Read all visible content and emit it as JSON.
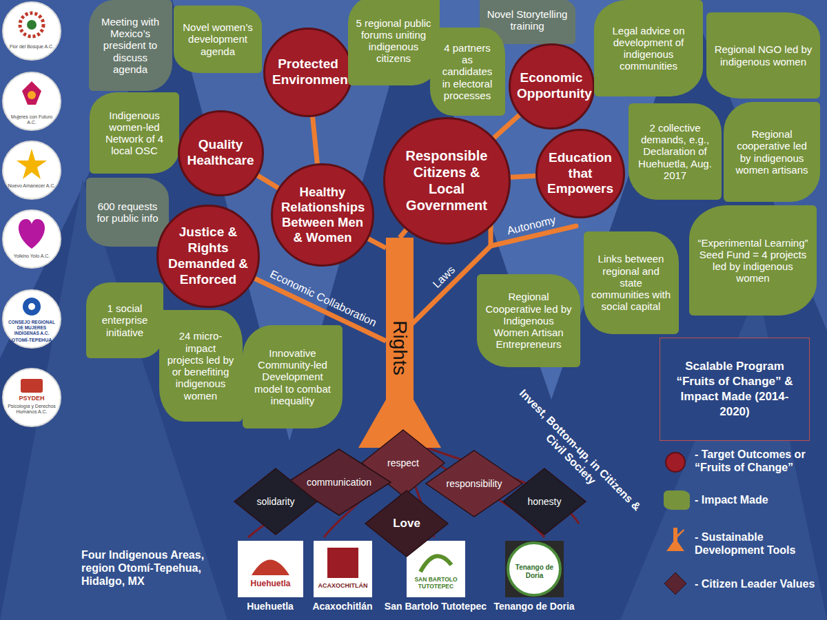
{
  "diagram": {
    "nodes": [
      {
        "text": [
          "Meeting with Mexico’s president to discuss agenda"
        ]
      },
      {
        "text": [
          "Novel women’s development agenda"
        ]
      },
      {
        "text": [
          "Protected Environment"
        ]
      },
      {
        "text": [
          "5 regional public forums uniting indigenous citizens"
        ]
      },
      {
        "text": [
          "Novel Storytelling training"
        ]
      },
      {
        "text": [
          "4 partners as candidates in electoral processes"
        ]
      },
      {
        "text": [
          "Economic Opportunity"
        ]
      },
      {
        "text": [
          "Legal advice on development of indigenous communities"
        ]
      },
      {
        "text": [
          "Regional NGO led by indigenous women"
        ]
      },
      {
        "text": [
          "Indigenous women-led Network of 4 local OSC"
        ]
      },
      {
        "text": [
          "Quality Healthcare"
        ]
      },
      {
        "text": [
          "Healthy Relationships Between Men & Women"
        ]
      },
      {
        "text": [
          "Responsible Citizens & Local Government"
        ]
      },
      {
        "text": [
          "Education that Empowers"
        ]
      },
      {
        "text": [
          "2 collective demands, e.g., Declaration of Huehuetla, Aug. 2017"
        ]
      },
      {
        "text": [
          "Regional cooperative led by indigenous women artisans"
        ]
      },
      {
        "text": [
          "600 requests for public info"
        ]
      },
      {
        "text": [
          "Justice & Rights Demanded & Enforced"
        ]
      },
      {
        "text": [
          "“Experimental Learning” Seed Fund = 4 projects led by indigenous women"
        ]
      },
      {
        "text": [
          "Links between regional and state communities with social capital"
        ]
      },
      {
        "text": [
          "1 social enterprise initiative"
        ]
      },
      {
        "text": [
          "24 micro-impact projects led by or benefiting indigenous women"
        ]
      },
      {
        "text": [
          "Innovative Community-led Development model to combat inequality"
        ]
      },
      {
        "text": [
          "Regional Cooperative led by Indigenous Women Artisan Entrepreneurs"
        ]
      },
      {
        "text": [
          "Rights"
        ]
      },
      {
        "text": [
          "respect"
        ]
      },
      {
        "text": [
          "communication"
        ]
      },
      {
        "text": [
          "responsibility"
        ]
      },
      {
        "text": [
          "solidarity"
        ]
      },
      {
        "text": [
          "honesty"
        ]
      },
      {
        "text": [
          "Love"
        ]
      },
      {
        "text": [
          "Scalable Program “Fruits of Change” & Impact Made (2014-2020)"
        ]
      }
    ],
    "edges": [
      {
        "from": 24,
        "to": 12,
        "arrow": "none"
      },
      {
        "from": 24,
        "to": 11,
        "arrow": "none"
      },
      {
        "from": 11,
        "to": 2,
        "arrow": "none"
      },
      {
        "from": 11,
        "to": 10,
        "arrow": "none"
      },
      {
        "from": 24,
        "to": 17,
        "arrow": "none"
      },
      {
        "from": 12,
        "to": 6,
        "arrow": "none"
      },
      {
        "from": 12,
        "to": 13,
        "arrow": "none"
      }
    ],
    "labels": [
      "Flor del Bosque A.C.",
      "Mujeres con Futuro A.C.",
      "Nuevo Amanecer A.C.",
      "Yolkino Yolo A.C.",
      "CONSEJO REGIONAL DE MUJERES INDÍGENAS A.C.",
      "OTOMÍ-TEPEHUA",
      "PSYDEH",
      "Psicología y Derechos Humanos A.C.",
      "Economic Collaboration",
      "Laws",
      "Autonomy",
      "Invest, Bottom-up, in Citizens & Civil Society",
      "Four Indigenous Areas, region Otomí-Tepehua, Hidalgo, MX",
      "Huehuetla",
      "ACAXOCHITLÁN",
      "SAN BARTOLO TUTOTEPEC",
      "Tenango de Doria",
      "Huehuetla",
      "Acaxochitlán",
      "San Bartolo Tutotepec",
      "Tenango de Doria"
    ],
    "legend": [
      {
        "text": "- Target Outcomes or “Fruits of Change”",
        "color": "#a01c27"
      },
      {
        "text": "- Impact Made",
        "color": "#77933c"
      },
      {
        "text": "- Sustainable Development Tools"
      },
      {
        "text": "- Citizen Leader Values"
      }
    ]
  }
}
